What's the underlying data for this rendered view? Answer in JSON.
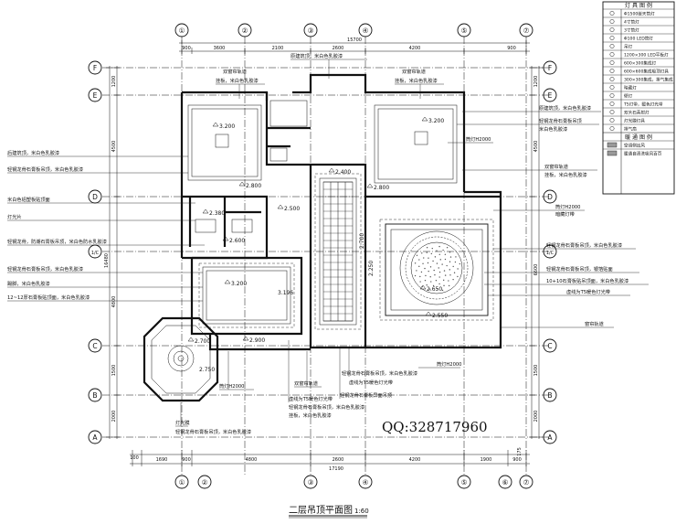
{
  "title": {
    "main": "二层吊顶平面图",
    "scale": "1:60"
  },
  "watermark": "QQ:328717960",
  "axes": {
    "top": [
      "①",
      "②",
      "③",
      "④",
      "⑤",
      "⑦"
    ],
    "bottom": [
      "①",
      "②",
      "③",
      "④",
      "⑤",
      "⑥",
      "⑦"
    ],
    "left": [
      "F",
      "E",
      "D",
      "1/C",
      "C",
      "B",
      "A"
    ],
    "right": [
      "F",
      "E",
      "D",
      "1/C",
      "C",
      "B",
      "A"
    ]
  },
  "dims": {
    "top_total": "15700",
    "top_parts": [
      "900",
      "3600",
      "2100",
      "2600",
      "4200",
      "900"
    ],
    "bottom_parts": [
      "100",
      "1690",
      "900",
      "4800",
      "2600",
      "4200",
      "1900",
      "900"
    ],
    "bottom_total": "17190",
    "bottom_right_small": "175",
    "left_parts": [
      "1200",
      "4500",
      "4800",
      "1500",
      "2000"
    ],
    "left_total": "16480",
    "right_parts": [
      "1200",
      "4500",
      "6600",
      "1500",
      "2000"
    ]
  },
  "levels": [
    "3.200",
    "2.800",
    "3.200",
    "2.800",
    "2.400",
    "2.380",
    "2.500",
    "2.600",
    "2.700",
    "2.250",
    "2.650",
    "2.550",
    "3.200",
    "3.196",
    "2.700",
    "2.900",
    "2.750"
  ],
  "notes_left": [
    "后建筑顶，米白色乳胶漆",
    "轻钢龙骨石膏板吊顶，米白色乳胶漆",
    "米白色铝塑板贴顶面",
    "灯光片",
    "轻钢龙骨，防潮石膏板吊顶，米白色防水乳胶漆",
    "轻钢龙骨石膏板吊顶，米白色乳胶漆",
    "踢脚，米白色乳胶漆",
    "12~12厚石膏板贴顶面，米白色乳胶漆"
  ],
  "notes_top": [
    "双窗帘轨道",
    "挂板，米白色乳胶漆",
    "原建筑顶，米白色乳胶漆",
    "双窗帘轨道",
    "挂板，米白色乳胶漆"
  ],
  "notes_right": [
    "原建筑顶，米白色乳胶漆",
    "轻钢龙骨石膏板吊顶",
    "米白色乳胶漆",
    "筒灯H2000",
    "双窗帘轨道",
    "挂板，米白色乳胶漆",
    "筒灯H2000",
    "暗藏灯带",
    "轻钢龙骨石膏板吊顶，米白色乳胶漆",
    "轻钢龙骨石膏板吊顶，银箔贴面",
    "10+10石膏板贴吊顶面，米白色乳胶漆",
    "虚线为T5暖色灯光带",
    "窗帘轨道"
  ],
  "notes_bottom": [
    "筒灯H2000",
    "双窗帘轨道",
    "虚线为T5暖色灯光带",
    "轻钢龙骨石膏板吊顶，米白色乳胶漆",
    "挂板，米白色乳胶漆",
    "轻钢龙骨石膏板吊顶，米白色乳胶漆",
    "虚线为T5暖色灯光带",
    "轻钢龙骨石膏板异面吊顶",
    "筒灯H2000",
    "灯光膜",
    "轻钢龙骨石膏板吊顶，米白色乳胶漆"
  ],
  "legend": {
    "title1": "灯 具 图 例",
    "items1": [
      "Φ1500嵌天筒灯",
      "4寸筒灯",
      "3寸筒灯",
      "Φ100 LED筒灯",
      "吊灯",
      "1200×300 LED平板灯",
      "600×300集成灯",
      "600×600集成吸顶灯具",
      "300×300集成，排气集成",
      "暗藏灯",
      "壁灯",
      "T5灯带，暖色灯光带",
      "双头石英射灯",
      "灯光膜灯具",
      "排气扇"
    ],
    "title2": "暖 通 图 例",
    "items2": [
      "空调侧出风",
      "暖通自清洗吸风百页"
    ]
  },
  "misc": {
    "floor_mark": "1/C"
  }
}
